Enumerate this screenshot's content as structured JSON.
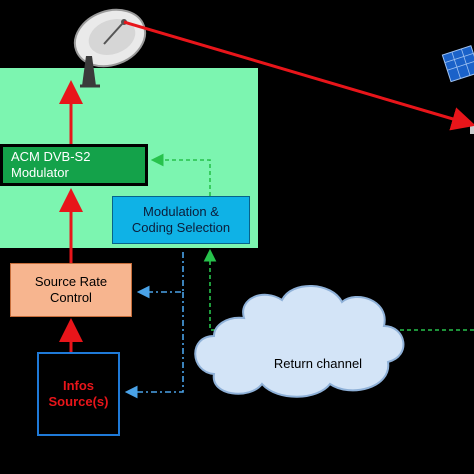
{
  "blocks": {
    "modulator": "ACM DVB-S2\nModulator",
    "modulation_selection": "Modulation &\nCoding Selection",
    "source_rate": "Source Rate\nControl",
    "infos_source": "Infos\nSource(s)",
    "return_channel": "Return channel"
  },
  "icons": {
    "dish": "satellite-dish-icon",
    "satellite": "satellite-icon",
    "cloud": "cloud-icon"
  },
  "colors": {
    "forward_link": "#e8151a",
    "feedback_green": "#27c24c",
    "feedback_blue": "#4aa3e8",
    "panel": "#7cf5b0"
  }
}
